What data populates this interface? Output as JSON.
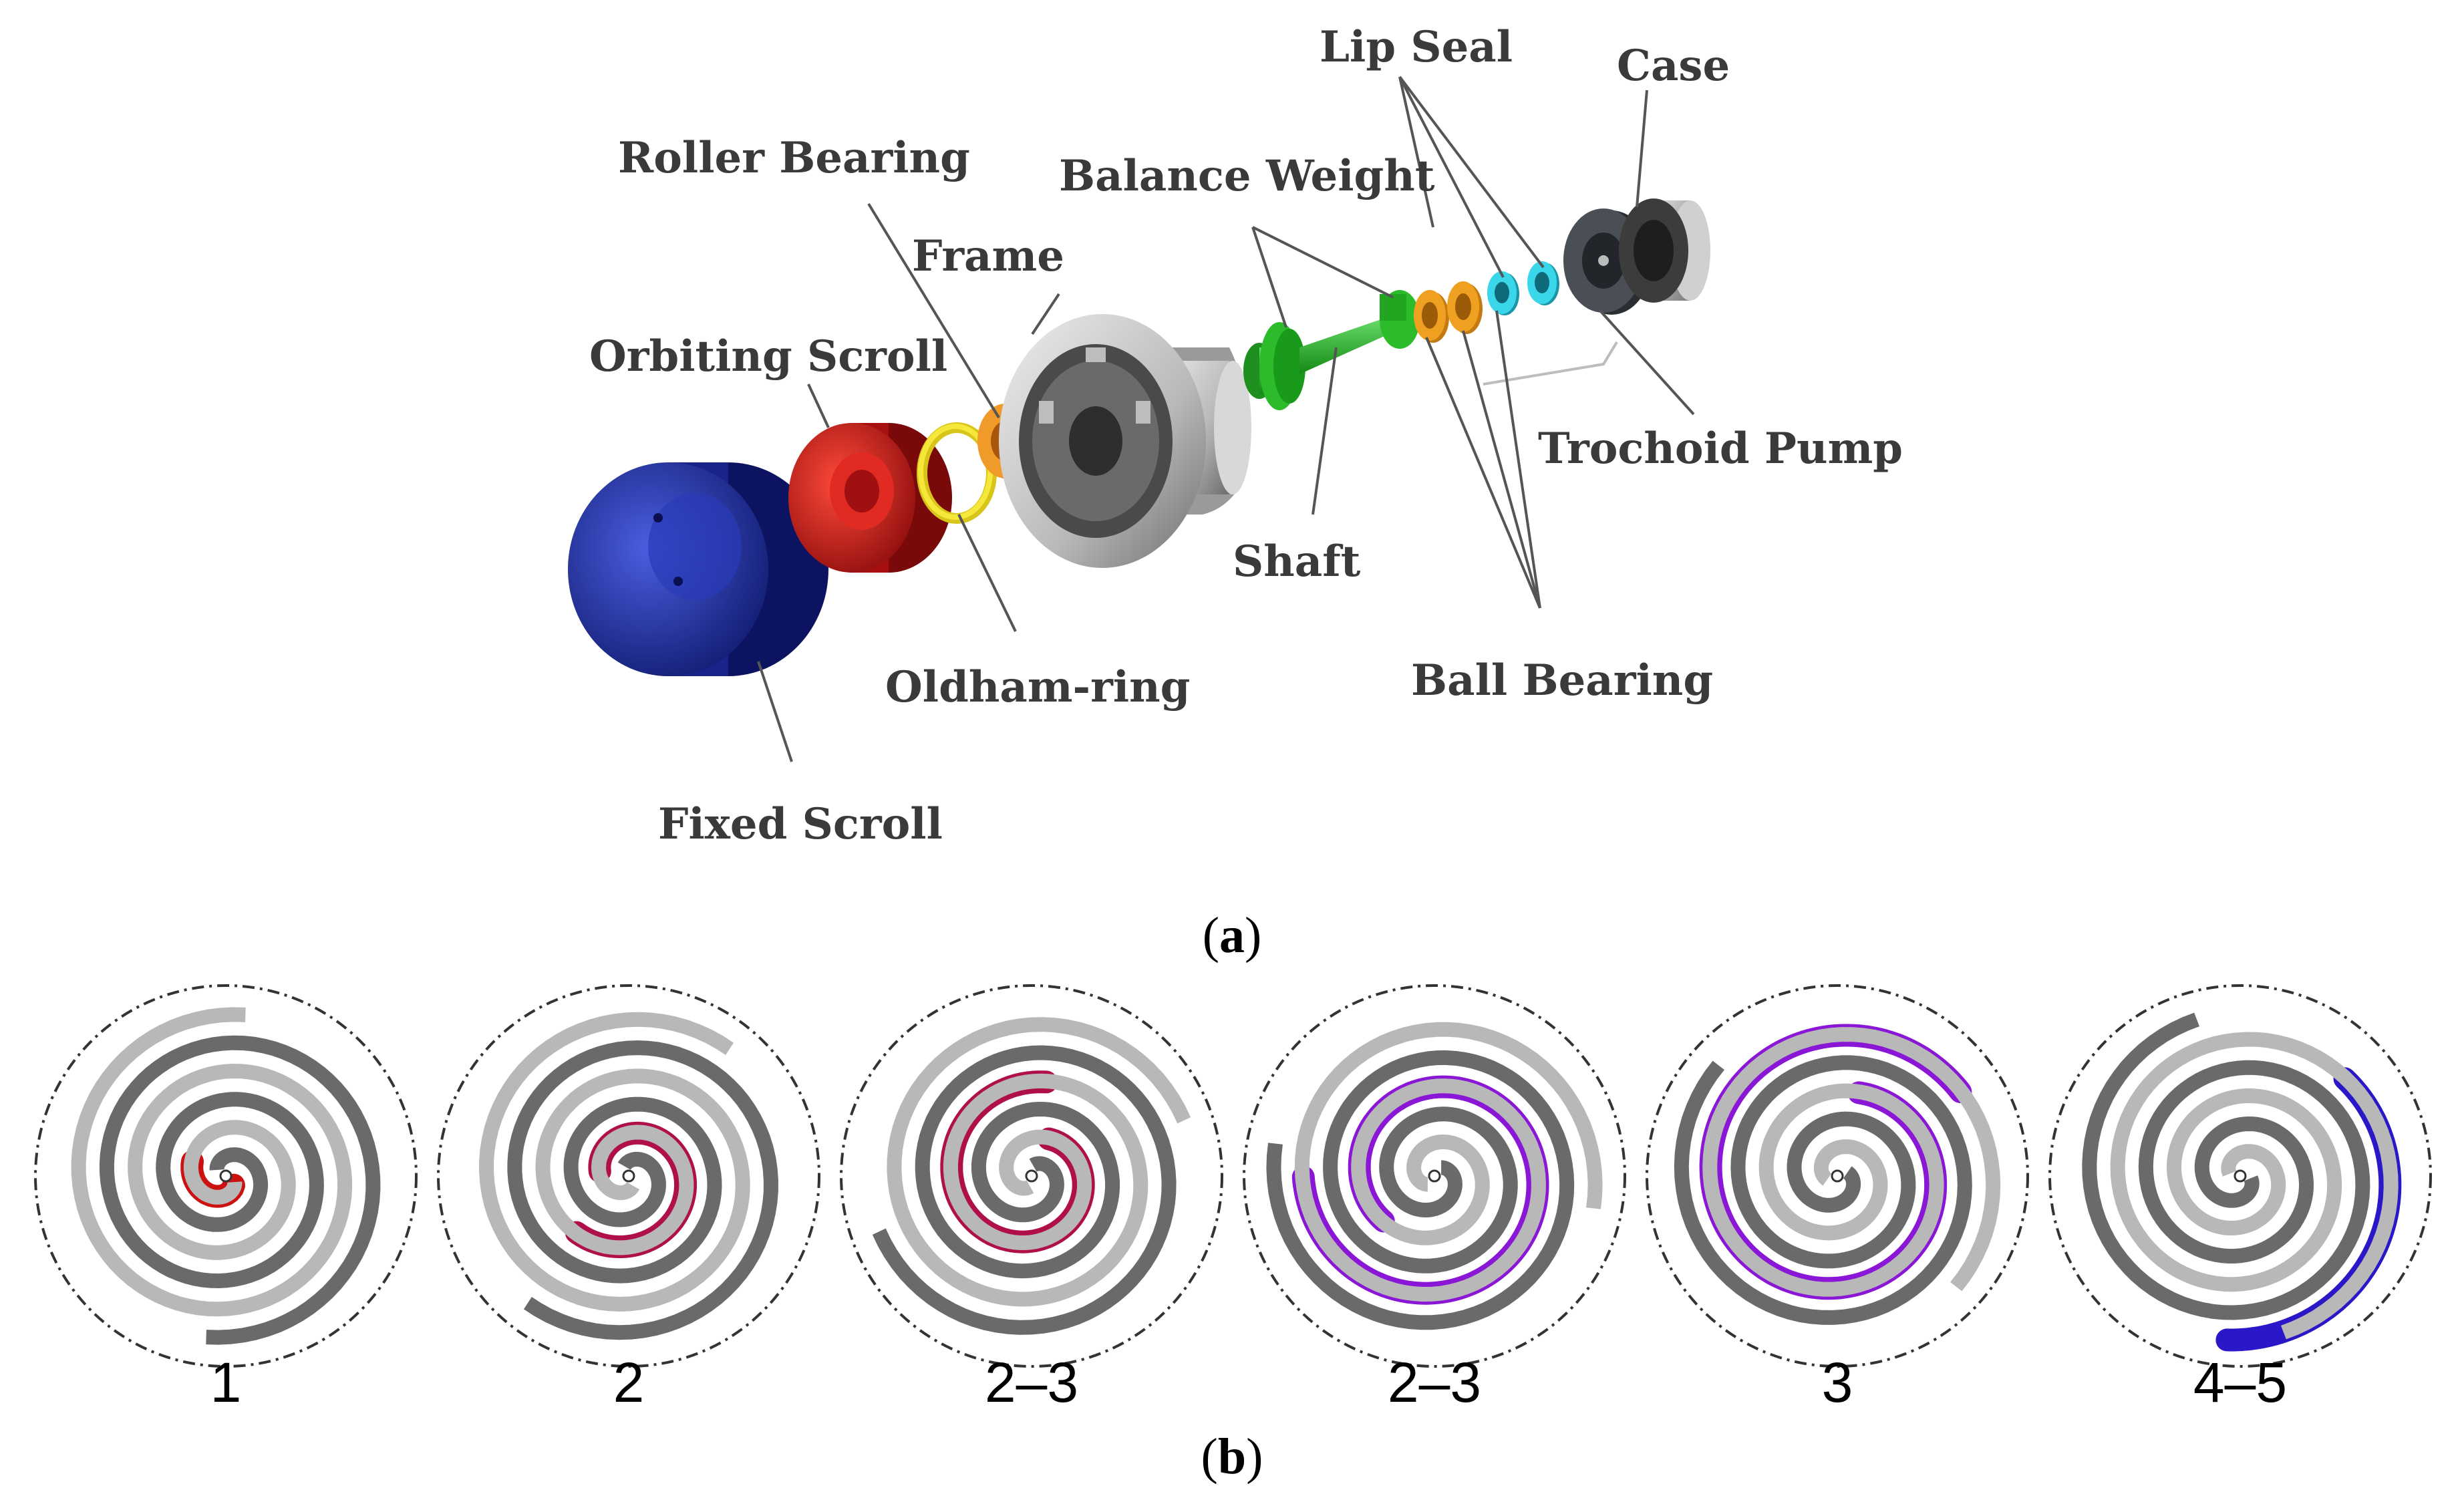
{
  "part_a": {
    "labels": {
      "lip_seal": "Lip Seal",
      "case": "Case",
      "roller_bearing": "Roller Bearing",
      "balance_weight": "Balance Weight",
      "frame": "Frame",
      "orbiting_scroll": "Orbiting Scroll",
      "trochoid_pump": "Trochoid Pump",
      "shaft": "Shaft",
      "oldham_ring": "Oldham-ring",
      "ball_bearing": "Ball Bearing",
      "fixed_scroll": "Fixed Scroll"
    },
    "colors": {
      "fixed_scroll": "#1f2fa8",
      "orbiting_scroll": "#d61a1a",
      "oldham_ring": "#f2e22a",
      "roller_bearing": "#e08a1e",
      "frame": "#c9c9c9",
      "shaft": "#2bbb2b",
      "ball_bearing": "#f0a020",
      "lip_seal": "#27c2d6",
      "trochoid_pump": "#555a60",
      "case": "#8c8c8c"
    },
    "caption_letter": "a"
  },
  "part_b": {
    "caption_letter": "b",
    "steps": [
      {
        "label": "1",
        "chamber_color": "#cc1111",
        "chamber": "center"
      },
      {
        "label": "2",
        "chamber_color": "#b0104a",
        "chamber": "inner"
      },
      {
        "label": "2–3",
        "chamber_color": "#b0104a",
        "chamber": "inner-mid"
      },
      {
        "label": "2–3",
        "chamber_color": "#8a16d6",
        "chamber": "mid"
      },
      {
        "label": "3",
        "chamber_color": "#8a16d6",
        "chamber": "outer-mid"
      },
      {
        "label": "4–5",
        "chamber_color": "#2a18c8",
        "chamber": "outer"
      }
    ],
    "colors": {
      "wrap_dark": "#6a6a6a",
      "wrap_light": "#b8b8b8"
    }
  }
}
